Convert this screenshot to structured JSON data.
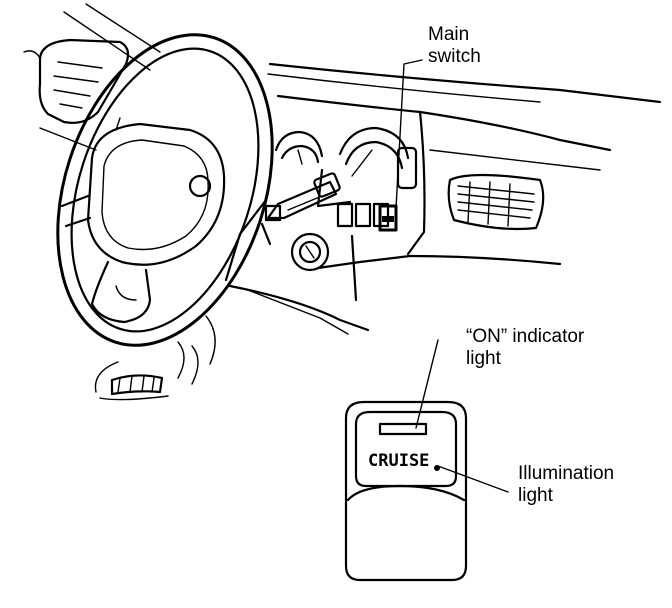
{
  "labels": {
    "main_switch_line1": "Main",
    "main_switch_line2": "switch",
    "on_indicator_line1": "“ON” indicator",
    "on_indicator_line2": "light",
    "illumination_line1": "Illumination",
    "illumination_line2": "light"
  },
  "switch_panel": {
    "button_text": "CRUISE"
  }
}
